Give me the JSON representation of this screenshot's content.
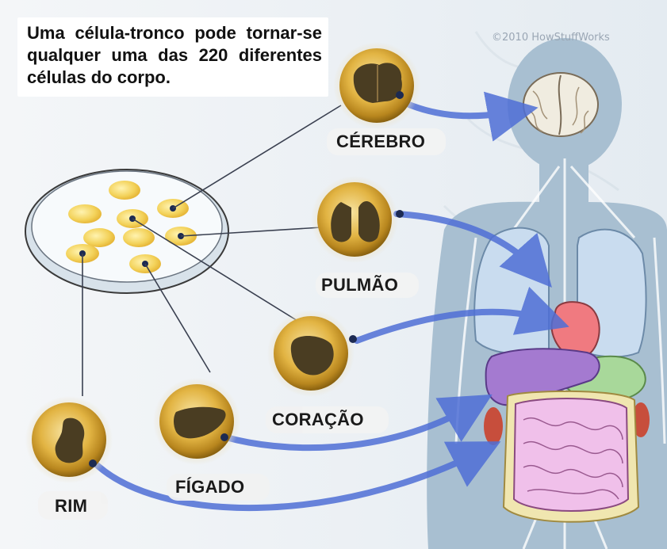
{
  "intro_text": "Uma célula-tronco pode tornar-se qualquer uma das 220 diferentes células do corpo.",
  "credit": "©2010 HowStuffWorks",
  "cells": [
    {
      "id": "brain",
      "label": "CÉREBRO",
      "organ_icon": "brain-icon"
    },
    {
      "id": "lung",
      "label": "PULMÃO",
      "organ_icon": "lung-icon"
    },
    {
      "id": "heart",
      "label": "CORAÇÃO",
      "organ_icon": "heart-icon"
    },
    {
      "id": "liver",
      "label": "FÍGADO",
      "organ_icon": "liver-icon"
    },
    {
      "id": "kidney",
      "label": "RIM",
      "organ_icon": "kidney-icon"
    }
  ],
  "colors": {
    "cell_gold": "#e0b23c",
    "organ_dark": "#4a3d22",
    "arrow_blue": "#4f6fd6",
    "body_silhouette": "#9fb8cc",
    "lungs": "#c9dcef",
    "heart": "#f07a80",
    "liver": "#a47ad0",
    "stomach": "#a8d89a",
    "intestine": "#f0c0ea"
  }
}
